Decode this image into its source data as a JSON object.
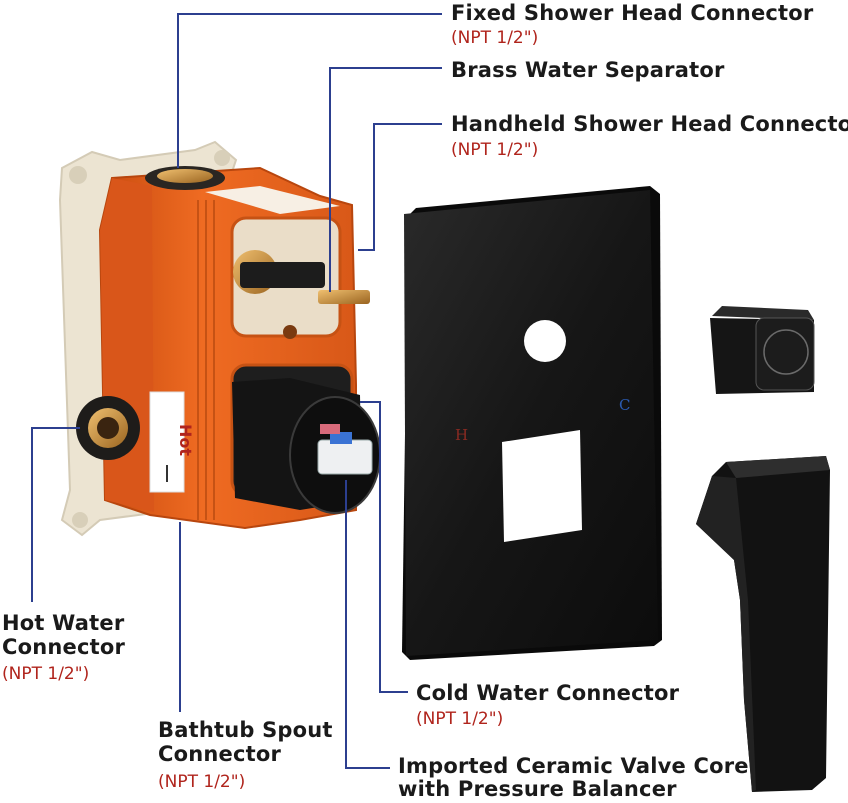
{
  "labels": {
    "fixed": {
      "title": "Fixed Shower Head Connector",
      "spec": "(NPT 1/2\")"
    },
    "brass": {
      "title": "Brass Water Separator"
    },
    "handheld": {
      "title": "Handheld Shower Head Connector",
      "spec": "(NPT 1/2\")"
    },
    "hot": {
      "line1": "Hot Water",
      "line2": "Connector",
      "spec": "(NPT 1/2\")"
    },
    "bathtub": {
      "line1": "Bathtub Spout",
      "line2": "Connector",
      "spec": "(NPT 1/2\")"
    },
    "cold": {
      "title": "Cold Water Connector",
      "spec": "(NPT 1/2\")"
    },
    "ceramic": {
      "line1": "Imported Ceramic Valve Core",
      "line2": "with Pressure Balancer"
    }
  },
  "valve_body": {
    "side_label": "Hot"
  },
  "trim_plate": {
    "hot_mark": "H",
    "cold_mark": "C"
  },
  "colors": {
    "callout_line": "#2c3f8f",
    "spec_text": "#b0241c",
    "valve_orange": "#e8631c",
    "matte_black": "#141414",
    "brass": "#c8923a"
  }
}
